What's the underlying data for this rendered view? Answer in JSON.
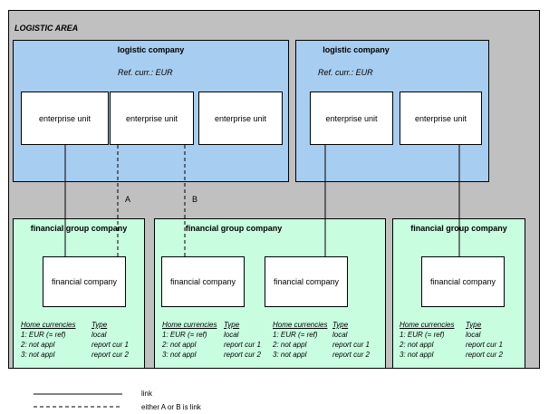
{
  "area": {
    "title": "LOGISTIC AREA"
  },
  "logistic_companies": [
    {
      "title": "logistic company",
      "ref": "Ref. curr.: EUR"
    },
    {
      "title": "logistic company",
      "ref": "Ref. curr.: EUR"
    }
  ],
  "enterprise_unit_label": "enterprise unit",
  "financial_groups": [
    {
      "title": "financial group company"
    },
    {
      "title": "financial group company"
    },
    {
      "title": "financial group company"
    }
  ],
  "financial_company_label": "financial company",
  "currency_table": {
    "header_home": "Home currencies",
    "header_type": "Type",
    "rows": [
      {
        "home": "1: EUR (= ref)",
        "type": "local"
      },
      {
        "home": "2: not appl",
        "type": "report cur 1"
      },
      {
        "home": "3: not appl",
        "type": "report cur 2"
      }
    ]
  },
  "link_labels": {
    "a": "A",
    "b": "B"
  },
  "legend": {
    "solid": "link",
    "dashed": "either A or B is link"
  }
}
